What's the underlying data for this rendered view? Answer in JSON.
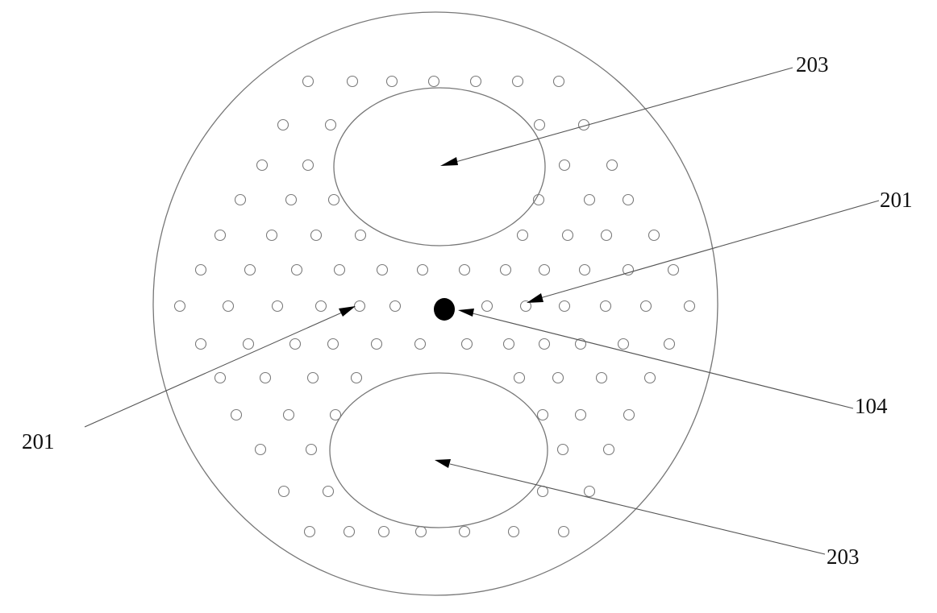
{
  "labels": {
    "top_region": "203",
    "bottom_region": "203",
    "hole_right": "201",
    "hole_left": "201",
    "core": "104"
  },
  "colors": {
    "outline": "#777777",
    "hole": "#7a7a7a",
    "core": "#000000",
    "text": "#111111"
  }
}
